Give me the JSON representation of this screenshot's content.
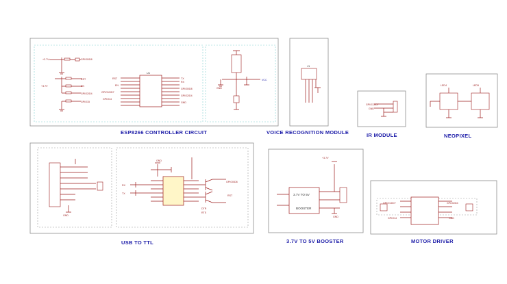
{
  "sections": {
    "esp8266": {
      "title": "ESP8266 CONTROLLER CIRCUIT"
    },
    "voice": {
      "title": "VOICE RECOGNITION MODULE"
    },
    "ir": {
      "title": "IR MODULE"
    },
    "neopixel": {
      "title": "NEOPIXEL"
    },
    "usb_ttl": {
      "title": "USB TO TTL"
    },
    "booster": {
      "title": "3.7V TO 5V BOOSTER"
    },
    "motor": {
      "title": "MOTOR DRIVER"
    }
  },
  "nets": {
    "gpio0_d8": "GPIO0/D8",
    "gpio2_d4": "GPIO2/D4",
    "gpio13_d7": "GPIO13/D7",
    "gpio15": "GPIO15",
    "gpio14": "GPIO14",
    "rst": "RST",
    "en": "EN",
    "vcc": "+3.7V",
    "gnd": "GND",
    "rx": "RX",
    "tx": "TX",
    "dtr": "DTR",
    "rts": "RTS"
  },
  "booster_box": {
    "line1": "3.7V TO 5V",
    "line2": "BOOSTER"
  },
  "neopixel_parts": {
    "led1": "LED4",
    "led2": "LED5"
  }
}
